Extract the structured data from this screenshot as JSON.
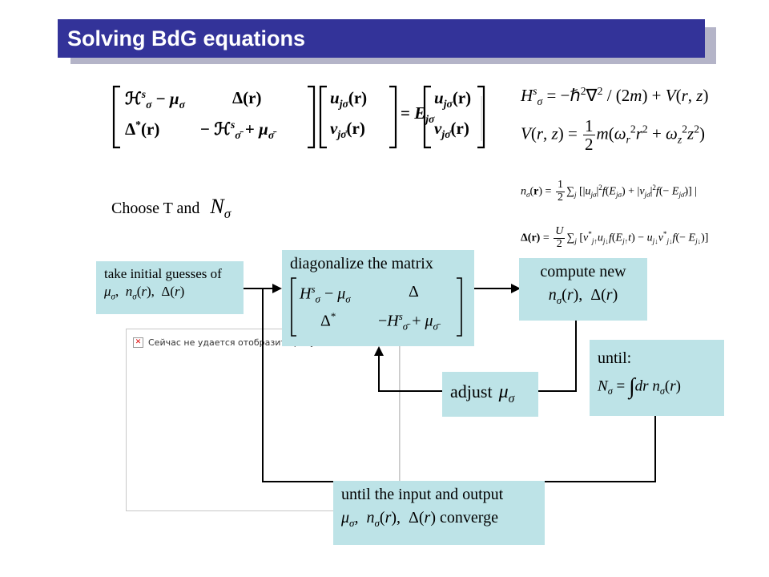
{
  "title": "Solving BdG equations",
  "choose_text": "Choose T and",
  "broken_image_text": "Сейчас не удается отобразить рису",
  "boxes": {
    "initial": "take initial guesses of",
    "diagonalize": "diagonalize the matrix",
    "compute": "compute new",
    "adjust": "adjust",
    "until": "until:",
    "converge_top": "until the input and output",
    "converge_word": "converge"
  },
  "colors": {
    "title_bar": "#333399",
    "box_fill": "#bde3e7"
  }
}
